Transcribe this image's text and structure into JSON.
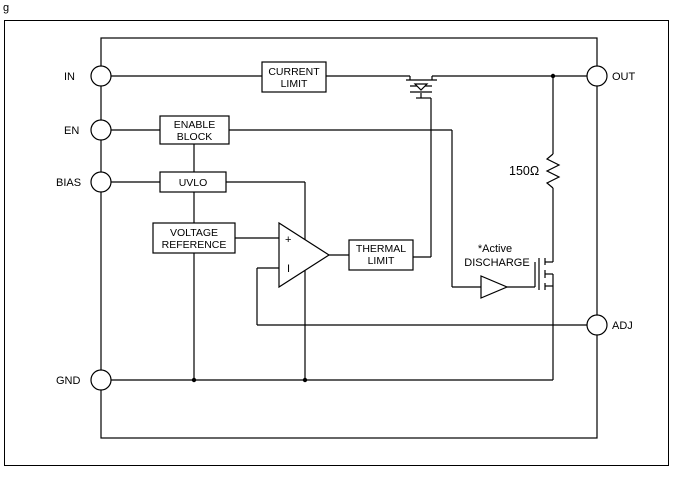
{
  "caption": "g",
  "pins": {
    "in": "IN",
    "en": "EN",
    "bias": "BIAS",
    "gnd": "GND",
    "out": "OUT",
    "adj": "ADJ"
  },
  "blocks": {
    "current_limit": [
      "CURRENT",
      "LIMIT"
    ],
    "enable_block": [
      "ENABLE",
      "BLOCK"
    ],
    "uvlo": "UVLO",
    "voltage_reference": [
      "VOLTAGE",
      "REFERENCE"
    ],
    "thermal_limit": [
      "THERMAL",
      "LIMIT"
    ]
  },
  "amplifier": {
    "plus": "+",
    "minus": "I"
  },
  "resistor_label": "150Ω",
  "discharge_label": [
    "*Active",
    "DISCHARGE"
  ],
  "colors": {
    "line": "#000000",
    "background": "#ffffff"
  }
}
